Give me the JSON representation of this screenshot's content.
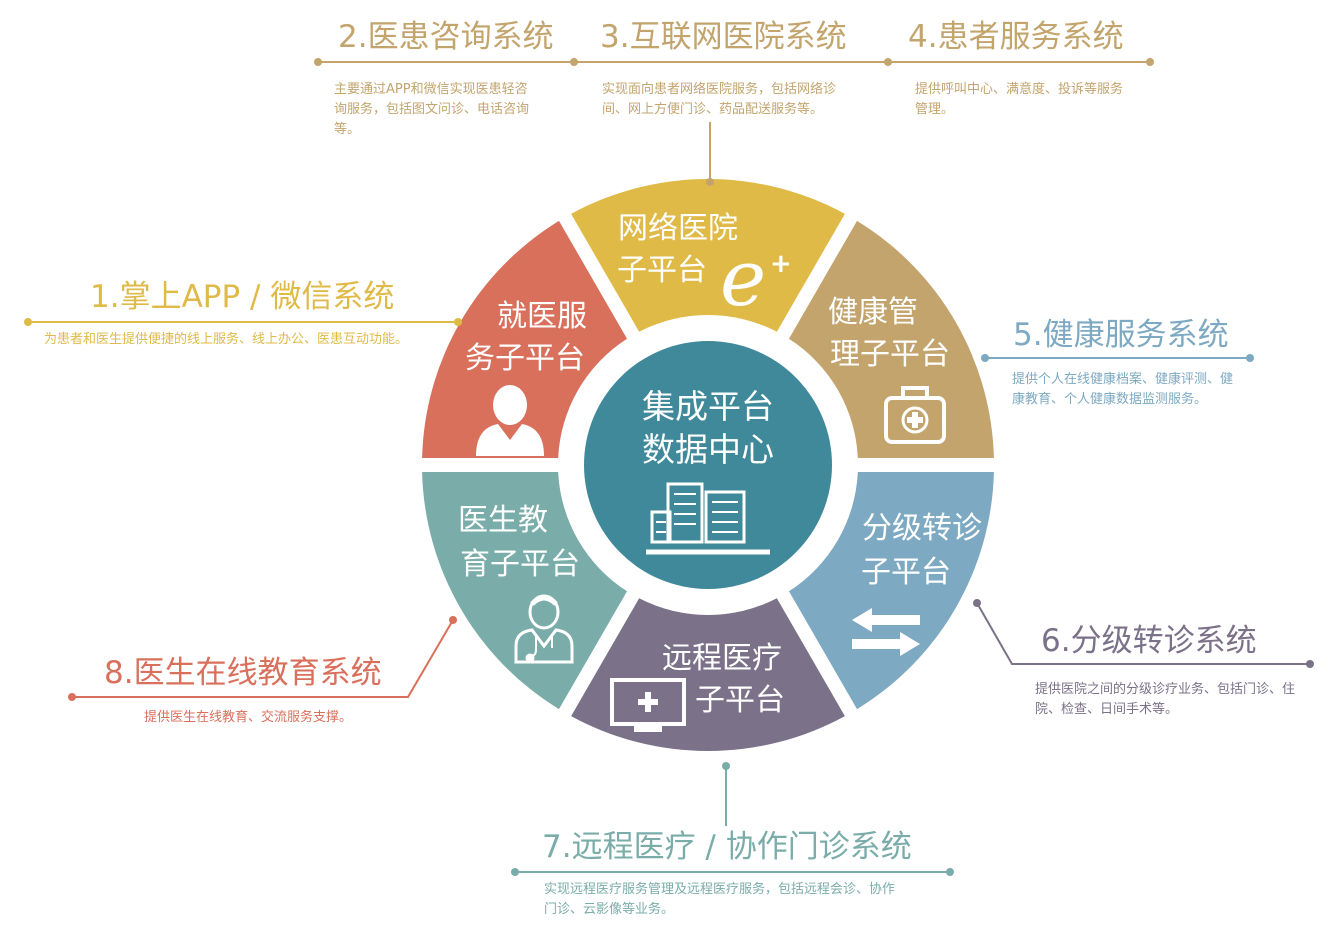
{
  "center": {
    "line1": "集成平台",
    "line2": "数据中心"
  },
  "segments": {
    "jiuyi": {
      "line1": "就医服",
      "line2": "务子平台",
      "color": "#dfba47"
    },
    "wangluo": {
      "line1": "网络医院",
      "line2": "子平台",
      "color": "#c3a46d"
    },
    "jiankang": {
      "line1": "健康管",
      "line2": "理子平台",
      "color": "#7ea9c2"
    },
    "fenji": {
      "line1": "分级转诊",
      "line2": "子平台",
      "color": "#7b7189"
    },
    "yuancheng": {
      "line1": "远程医疗",
      "line2": "子平台",
      "color": "#7aada9"
    },
    "yisheng": {
      "line1": "医生教",
      "line2": "育子平台",
      "color": "#d9705c"
    }
  },
  "center_color": "#40899a",
  "systems": {
    "s1": {
      "title": "1.掌上APP / 微信系统",
      "desc": "为患者和医生提供便捷的线上服务、线上办公、医患互动功能。",
      "color": "#dfba47"
    },
    "s2": {
      "title": "2.医患咨询系统",
      "desc": "主要通过APP和微信实现医患轻咨询服务，包括图文问诊、电话咨询等。",
      "color": "#c3a46d"
    },
    "s3": {
      "title": "3.互联网医院系统",
      "desc": "实现面向患者网络医院服务，包括网络诊间、网上方便门诊、药品配送服务等。",
      "color": "#c3a46d"
    },
    "s4": {
      "title": "4.患者服务系统",
      "desc": "提供呼叫中心、满意度、投诉等服务管理。",
      "color": "#c3a46d"
    },
    "s5": {
      "title": "5.健康服务系统",
      "desc": "提供个人在线健康档案、健康评测、健康教育、个人健康数据监测服务。",
      "color": "#7ea9c2"
    },
    "s6": {
      "title": "6.分级转诊系统",
      "desc": "提供医院之间的分级诊疗业务、包括门诊、住院、检查、日间手术等。",
      "color": "#7b7189"
    },
    "s7": {
      "title": "7.远程医疗 / 协作门诊系统",
      "desc": "实现远程医疗服务管理及远程医疗服务，包括远程会诊、协作门诊、云影像等业务。",
      "color": "#7aada9"
    },
    "s8": {
      "title": "8.医生在线教育系统",
      "desc": "提供医生在线教育、交流服务支撑。",
      "color": "#d9705c"
    }
  },
  "icons": [
    "e-plus-icon",
    "medical-kit-icon",
    "transfer-arrows-icon",
    "monitor-plus-icon",
    "doctor-icon",
    "user-icon",
    "hospital-building-icon"
  ]
}
